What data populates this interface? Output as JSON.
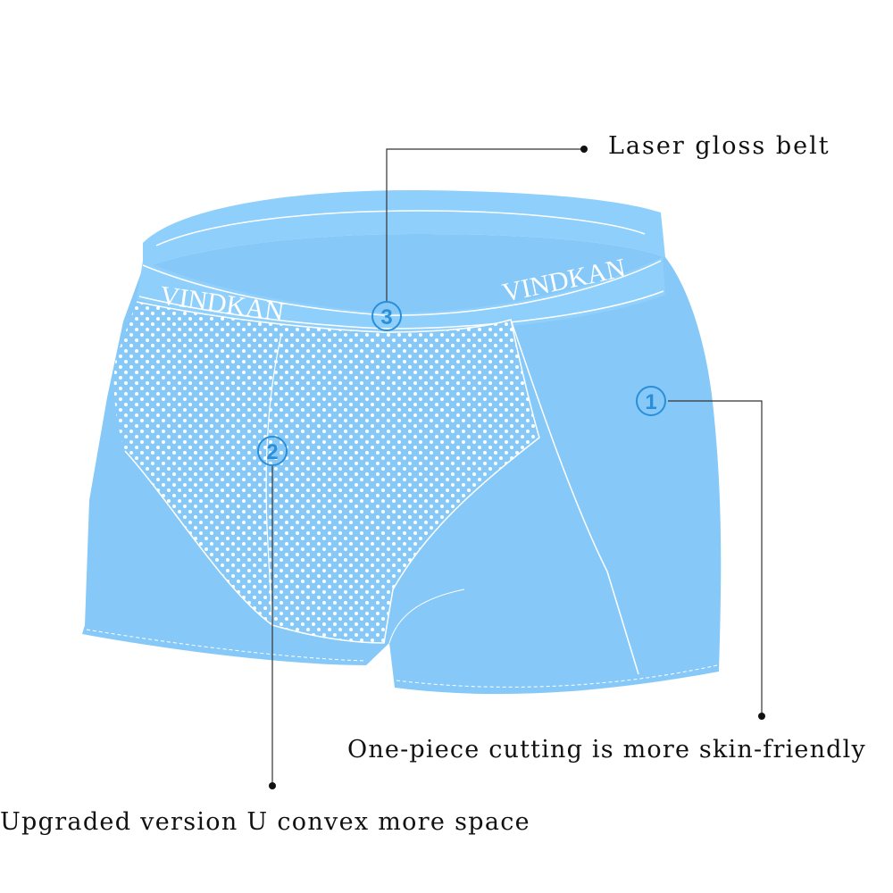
{
  "brand_left": "VINDKAN",
  "brand_right": "VINDKAN",
  "callouts": [
    {
      "number": "1",
      "text": "One-piece cutting is more skin-friendly"
    },
    {
      "number": "2",
      "text": "Upgraded version U convex more space"
    },
    {
      "number": "3",
      "text": "Laser gloss belt"
    }
  ],
  "colors": {
    "fabric": "#86c9f8",
    "fabric_shade": "#7bbdee",
    "waistband": "#8fcffb",
    "stitch": "#ffffff",
    "marker": "#2a8fd8",
    "leader_line": "#333333"
  }
}
